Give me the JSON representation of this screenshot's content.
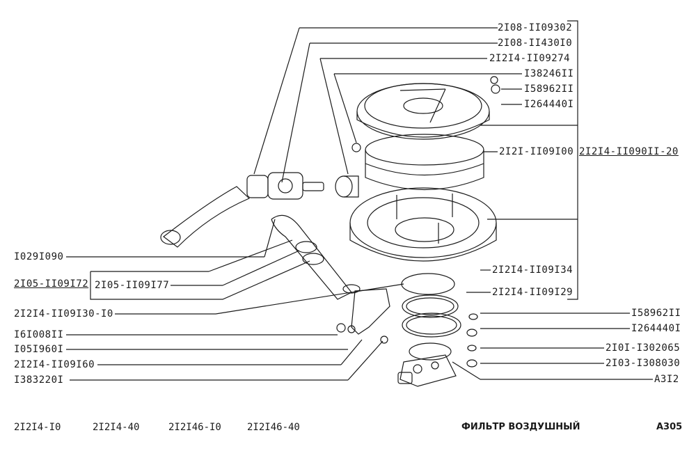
{
  "labels": {
    "p1": "2I08-II09302",
    "p2": "2I08-II430I0",
    "p3": "2I2I4-II09274",
    "p4": "I38246II",
    "p5": "I58962II",
    "p6": "I264440I",
    "p7": "2I2I-II09I00",
    "p8": "2I2I4-II090II-20",
    "p9": "2I2I4-II09I34",
    "p10": "2I2I4-II09I29",
    "p11": "I58962II",
    "p12": "I264440I",
    "p13": "2I0I-I302065",
    "p14": "2I03-I308030",
    "p15": "A3I2",
    "l1": "I029I090",
    "l2": "2I05-II09I72",
    "l3": "2I05-II09I77",
    "l4": "2I2I4-II09I30-I0",
    "l5": "I6I008II",
    "l6": "I05I960I",
    "l7": "2I2I4-II09I60",
    "l8": "I383220I"
  },
  "footer": {
    "m1": "2I2I4-I0",
    "m2": "2I2I4-40",
    "m3": "2I2I46-I0",
    "m4": "2I2I46-40",
    "title": "ФИЛЬТР ВОЗДУШНЫЙ",
    "page": "A305"
  }
}
